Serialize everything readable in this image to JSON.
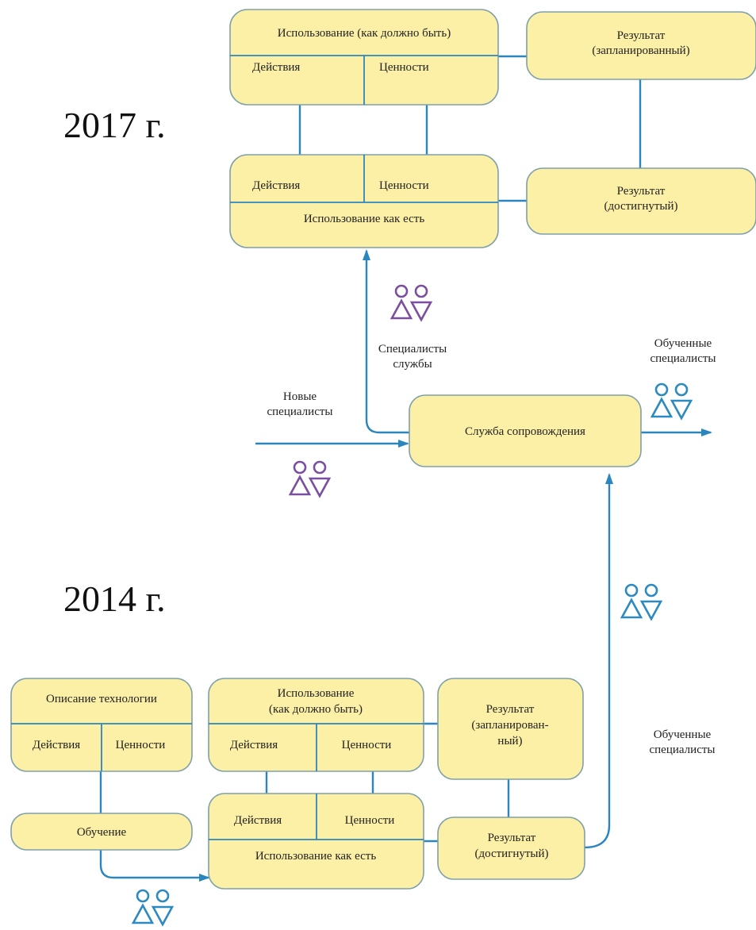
{
  "years": {
    "y2017": "2017 г.",
    "y2014": "2014 г."
  },
  "top": {
    "usage_should": "Использование (как должно быть)",
    "actions": "Действия",
    "values": "Ценности",
    "result_planned": [
      "Результат",
      "(запланированный)"
    ],
    "usage_as_is": "Использование как есть",
    "result_achieved": [
      "Результат",
      "(достигнутый)"
    ],
    "service_specialists": [
      "Специалисты",
      "службы"
    ],
    "new_specialists": [
      "Новые",
      "специалисты"
    ],
    "support_service": "Служба сопровождения",
    "trained_specialists": [
      "Обученные",
      "специалисты"
    ]
  },
  "bottom": {
    "tech_description": "Описание технологии",
    "actions": "Действия",
    "values": "Ценности",
    "training": "Обучение",
    "usage_should": [
      "Использование",
      "(как должно быть)"
    ],
    "result_planned": [
      "Результат",
      "(запланирован-",
      "ный)"
    ],
    "usage_as_is": "Использование как есть",
    "result_achieved": [
      "Результат",
      "(достигнутый)"
    ],
    "trained_specialists": [
      "Обученные",
      "специалисты"
    ]
  },
  "colors": {
    "box_fill": "#FCEFA6",
    "connector": "#2C86BE",
    "people_purple": "#7B4FA0",
    "people_blue": "#2C8AC0"
  },
  "icons": {
    "people": "people-pair-icon"
  }
}
